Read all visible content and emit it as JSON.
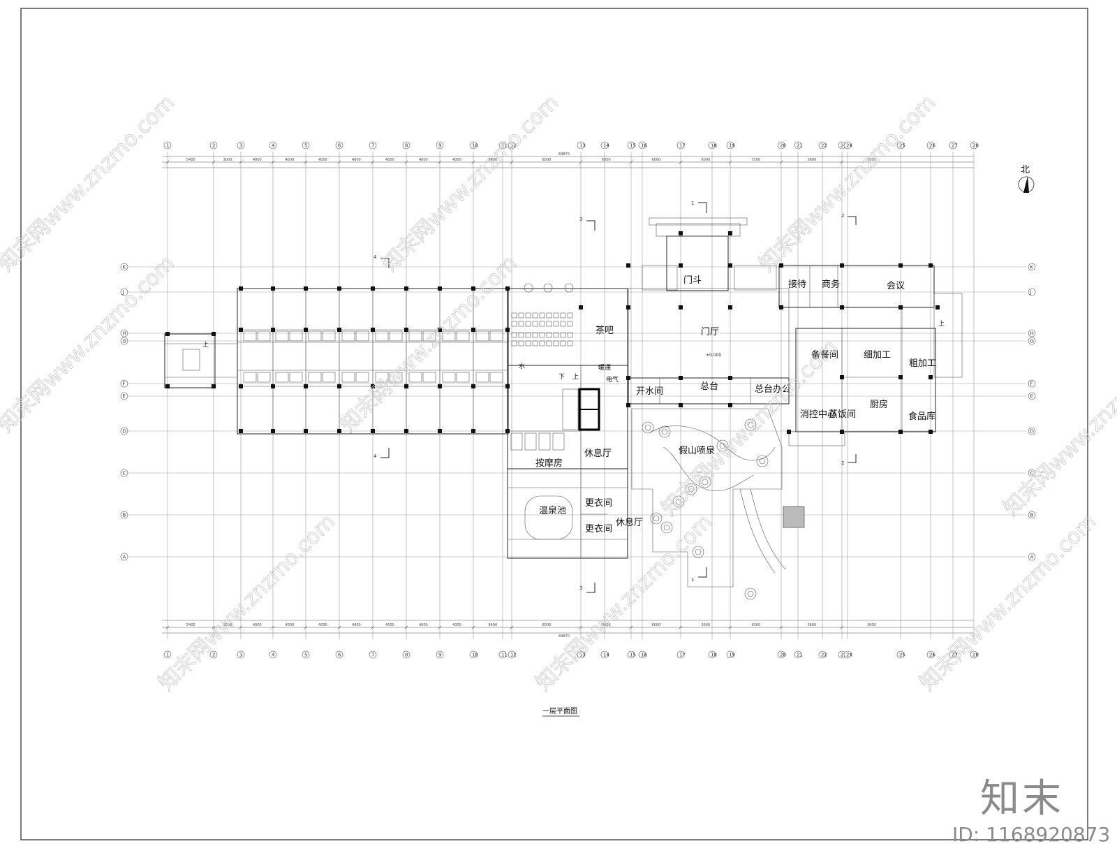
{
  "drawing_title": "一层平面图",
  "north_label": "北",
  "rooms": {
    "mendou": "门斗",
    "jiedai": "接待",
    "shangwu": "商务",
    "huiyi": "会议",
    "chaba": "茶吧",
    "menting": "门厅",
    "beican": "备餐间",
    "xijiagong": "细加工",
    "cujiagong": "粗加工",
    "shui": "水",
    "nuantong": "暖通",
    "dianqi": "电气",
    "xia": "下",
    "shang": "上",
    "kaishui": "开水间",
    "zongtai": "总台",
    "zongtaiban": "总台办公",
    "xiaokong": "消控中心",
    "zhengfan": "蒸饭间",
    "chufang": "厨房",
    "shipinku": "食品库",
    "xiuxi1": "休息厅",
    "anmo": "按摩房",
    "jiashan": "假山喷泉",
    "wenquan": "温泉池",
    "gengyi1": "更衣间",
    "gengyi2": "更衣间",
    "xiuxi2": "休息厅",
    "stair_up": "上"
  },
  "axes_top": [
    "1",
    "2",
    "3",
    "4",
    "5",
    "6",
    "7",
    "8",
    "9",
    "10",
    "11",
    "12",
    "13",
    "14",
    "15",
    "16",
    "17",
    "18",
    "19",
    "20",
    "21",
    "22",
    "23",
    "24",
    "25",
    "26",
    "27",
    "28"
  ],
  "axes_side": [
    "K",
    "J",
    "H",
    "G",
    "F",
    "E",
    "D",
    "C",
    "B",
    "A"
  ],
  "section_marks": [
    "1",
    "2",
    "3",
    "4"
  ],
  "dim_total": "84870",
  "dims_top_row": [
    "5400",
    "3000",
    "4000",
    "4000",
    "4000",
    "4000",
    "4000",
    "4000",
    "4000",
    "8400",
    "6000",
    "6000",
    "6000",
    "6000",
    "7200",
    "3600",
    "3600"
  ],
  "dims_bottom_row": [
    "5400",
    "3000",
    "4000",
    "4000",
    "4000",
    "4000",
    "4000",
    "4000",
    "4000",
    "8400",
    "6000",
    "6000",
    "6000",
    "3600",
    "6300",
    "3600",
    "3600"
  ],
  "elevation_mark": "±0.000",
  "watermark_text": "知末网www.znzmo.com",
  "brand_logo": "知末",
  "brand_id": "ID: 1168920873"
}
